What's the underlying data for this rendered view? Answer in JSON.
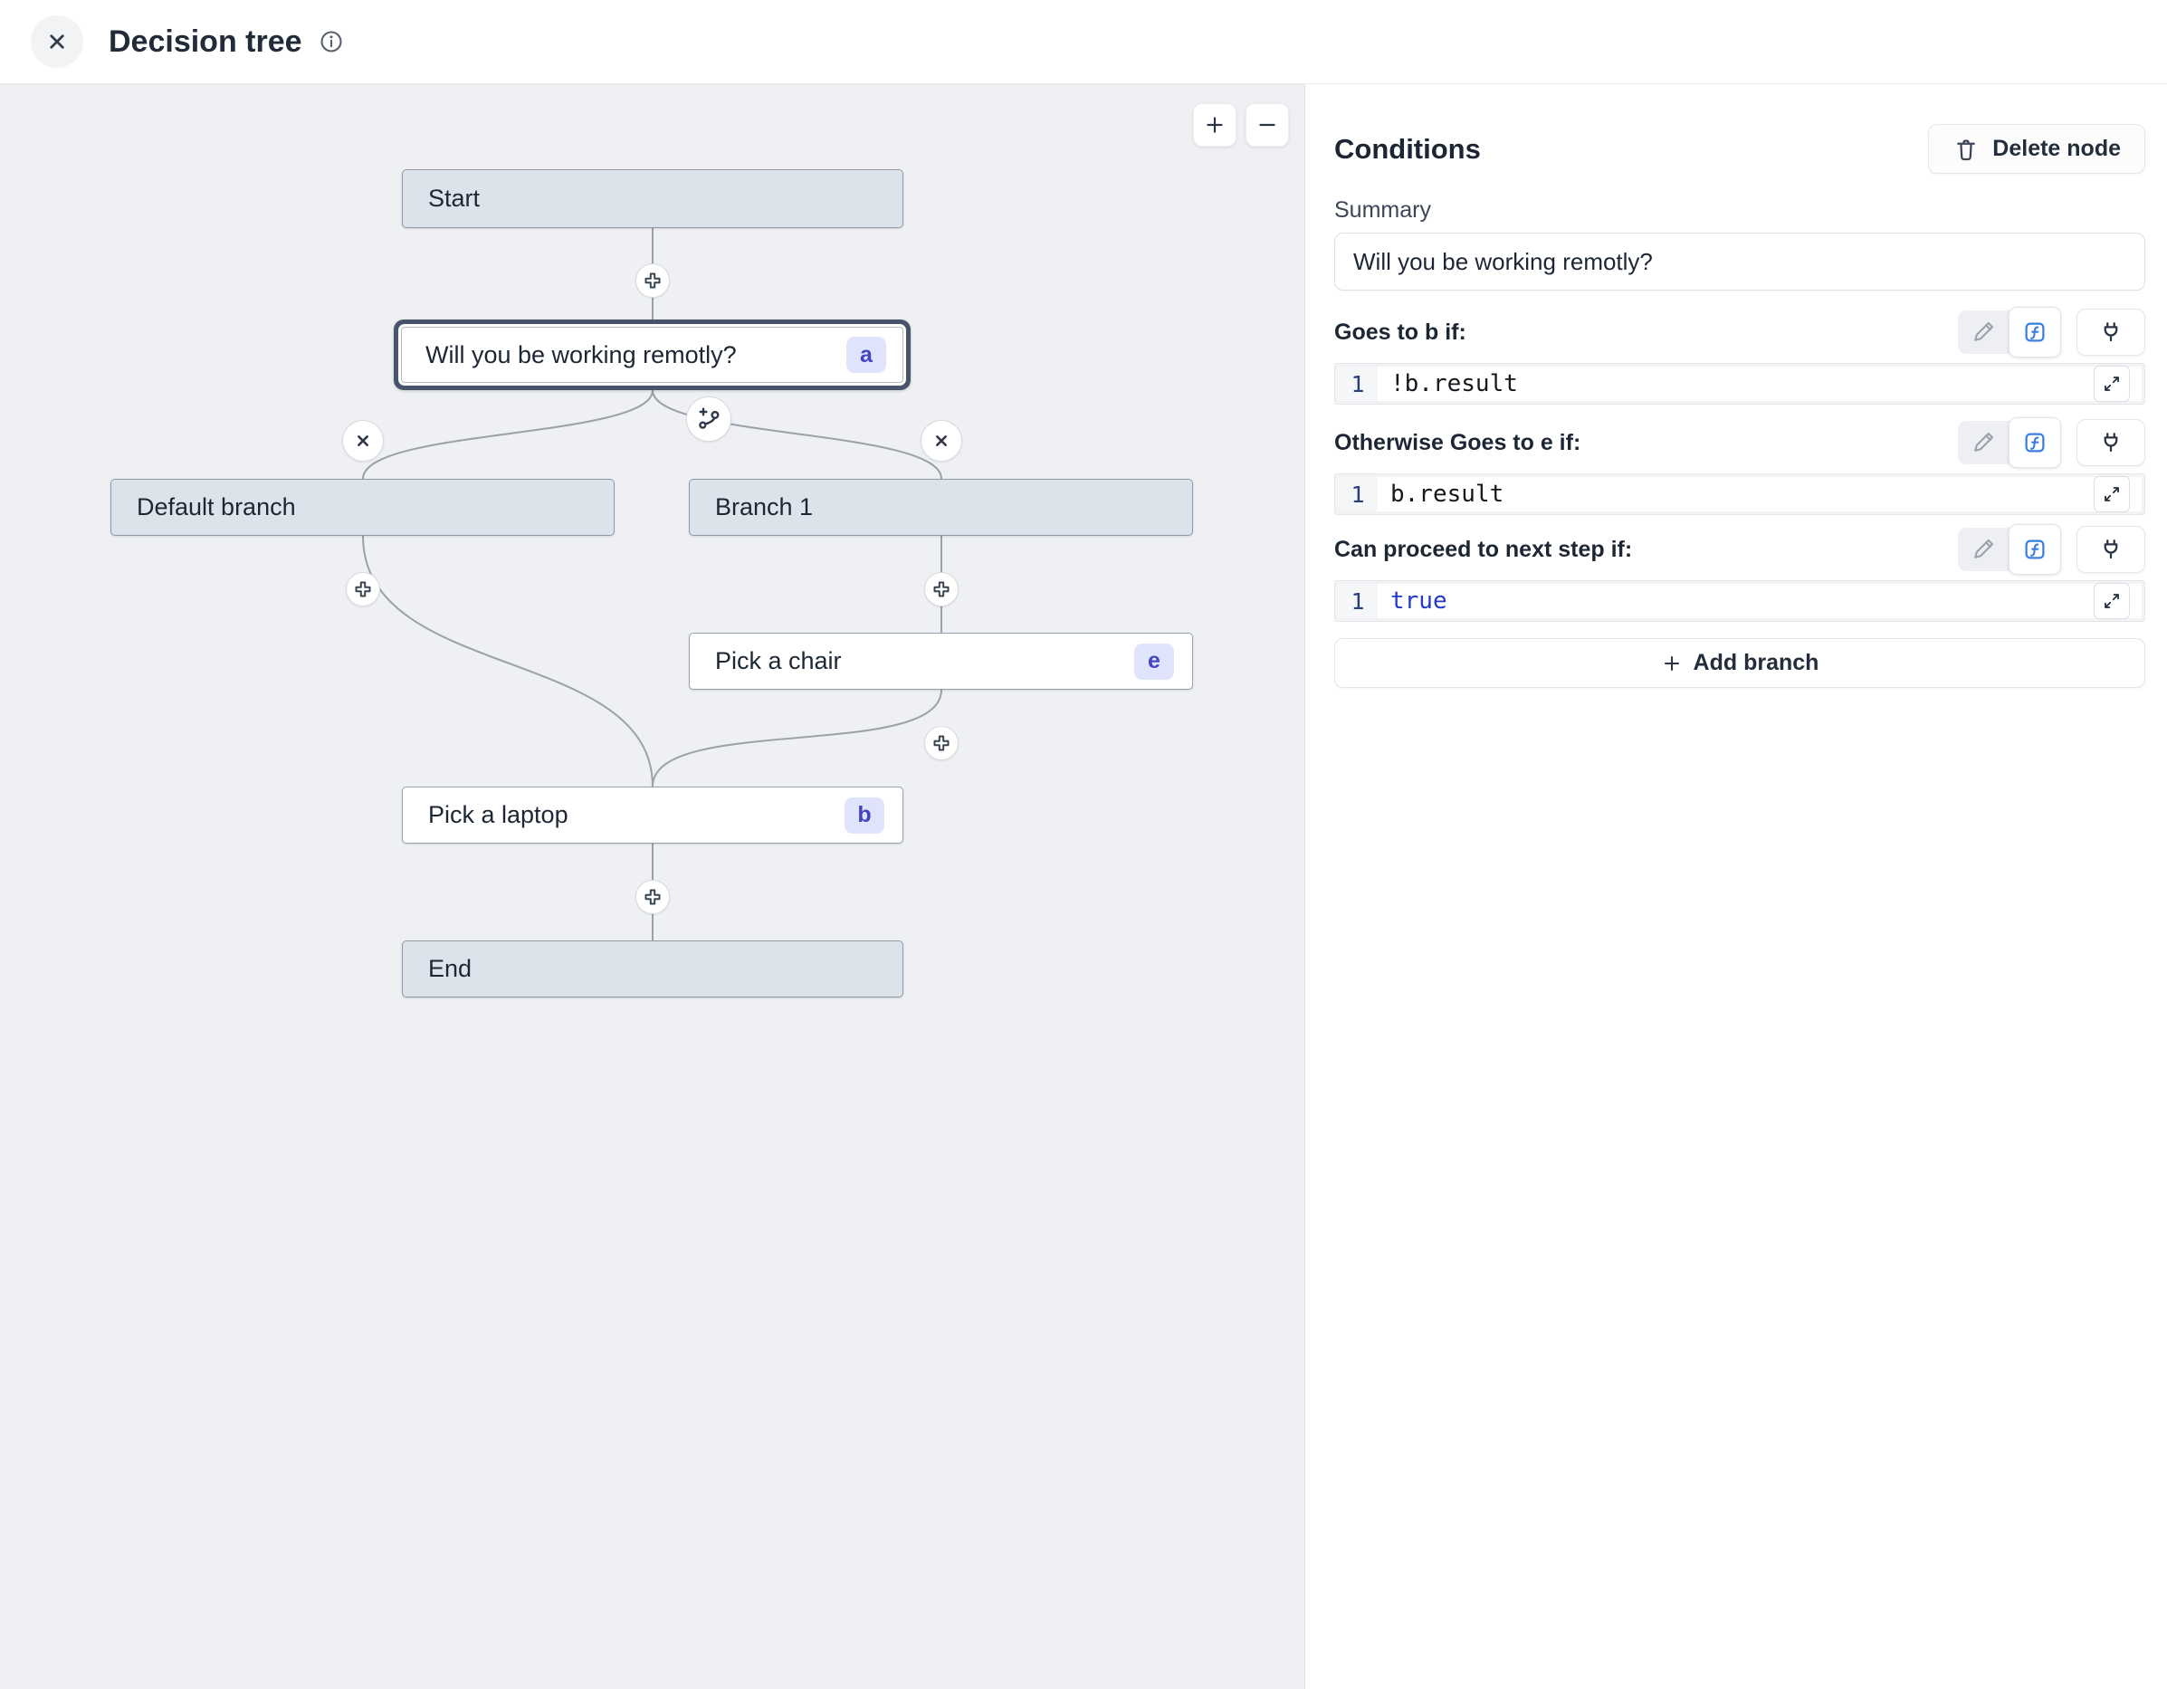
{
  "header": {
    "title": "Decision tree"
  },
  "canvas": {
    "zoom_in": "+",
    "zoom_out": "−",
    "nodes": {
      "start": {
        "label": "Start"
      },
      "question": {
        "label": "Will you be working remotly?",
        "badge": "a"
      },
      "default_branch": {
        "label": "Default branch"
      },
      "branch_1": {
        "label": "Branch 1"
      },
      "pick_chair": {
        "label": "Pick a chair",
        "badge": "e"
      },
      "pick_laptop": {
        "label": "Pick a laptop",
        "badge": "b"
      },
      "end": {
        "label": "End"
      }
    }
  },
  "panel": {
    "title": "Conditions",
    "delete_button": "Delete node",
    "summary": {
      "label": "Summary",
      "value": "Will you be working remotly?"
    },
    "sections": [
      {
        "label": "Goes to b if:",
        "line_number": "1",
        "code": "!b.result"
      },
      {
        "label": "Otherwise Goes to e if:",
        "line_number": "1",
        "code": "b.result"
      },
      {
        "label": "Can proceed to next step if:",
        "line_number": "1",
        "code": "true"
      }
    ],
    "add_branch_label": "Add branch"
  },
  "colors": {
    "accent_blue": "#3b7ee0",
    "keyword_blue": "#2438cc",
    "badge_bg": "#dfe3fb",
    "badge_text": "#4345c0",
    "node_gray_fill": "#dce3ea",
    "canvas_bg": "#eef0f3",
    "selected_ring": "#47546a"
  }
}
